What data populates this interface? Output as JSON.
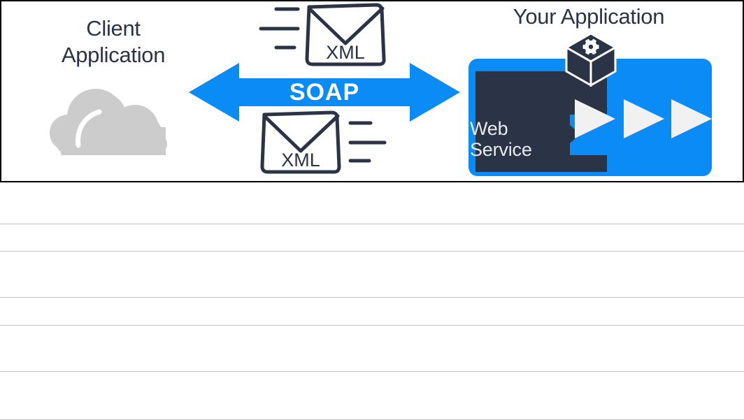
{
  "diagram": {
    "title": "SOAP web service communication diagram",
    "colors": {
      "accent_blue": "#0a8bf5",
      "dark_navy": "#2b3347",
      "cloud_gray": "#cccccc",
      "arrow_white": "#f1f1f1",
      "frame_black": "#000000",
      "rule_gray": "#c4c4c4"
    },
    "client": {
      "title": "Client\nApplication",
      "icon": "cloud-icon"
    },
    "exchange": {
      "protocol_label": "SOAP",
      "arrow_icon": "double-headed-arrow-icon",
      "messages": [
        {
          "label": "XML",
          "icon": "envelope-icon",
          "direction": "request-to-server"
        },
        {
          "label": "XML",
          "icon": "envelope-icon",
          "direction": "response-to-client"
        }
      ]
    },
    "server": {
      "title": "Your Application",
      "service_label": "Web\nService",
      "cube_icon": "gear-cube-icon",
      "flow_icon": "triangle-arrows-icon",
      "flow_arrow_count": 3
    }
  },
  "table": {
    "column_count": 1,
    "rows": [
      {
        "cells": [
          ""
        ],
        "height": 58
      },
      {
        "cells": [
          ""
        ],
        "height": 38
      },
      {
        "cells": [
          ""
        ],
        "height": 64
      },
      {
        "cells": [
          ""
        ],
        "height": 39
      },
      {
        "cells": [
          ""
        ],
        "height": 65
      },
      {
        "cells": [
          ""
        ],
        "height": 67
      }
    ]
  }
}
